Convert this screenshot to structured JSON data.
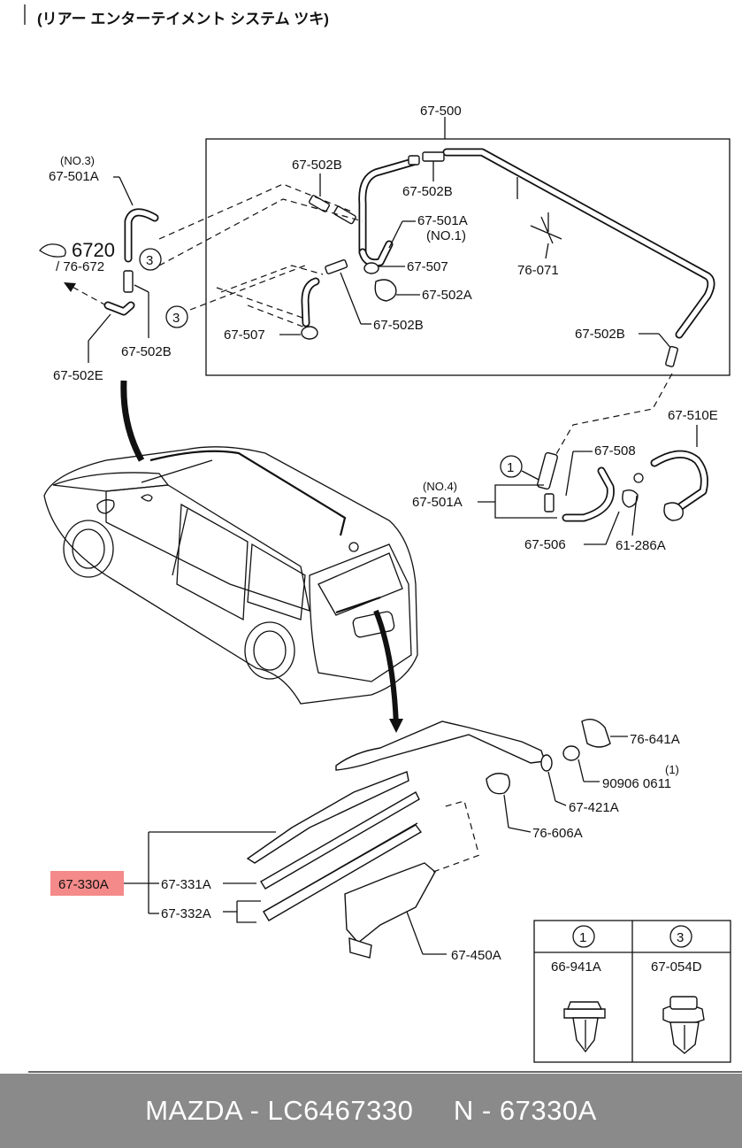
{
  "title": "(リアー エンターテイメント システム ツキ)",
  "labels": {
    "l67500": "67-500",
    "l67502B_a": "67-502B",
    "l67502B_b": "67-502B",
    "l67502B_c": "67-502B",
    "l67502B_d": "67-502B",
    "l67502B_e": "67-502B",
    "l67501A_no1": "67-501A",
    "no1": "(NO.1)",
    "l67501A_no3": "67-501A",
    "no3": "(NO.3)",
    "l6720": "6720",
    "l76672": "/ 76-672",
    "l67507_a": "67-507",
    "l67507_b": "67-507",
    "l67502A": "67-502A",
    "l76071": "76-071",
    "l67502E": "67-502E",
    "l67510E": "67-510E",
    "l67508": "67-508",
    "no4": "(NO.4)",
    "l67501A_no4": "67-501A",
    "l67506": "67-506",
    "l61286A": "61-286A",
    "l76641A": "76-641A",
    "l909060611": "90906 0611",
    "one_paren": "(1)",
    "l67421A": "67-421A",
    "l76606A": "76-606A",
    "l67330A": "67-330A",
    "l67331A": "67-331A",
    "l67332A": "67-332A",
    "l67450A": "67-450A",
    "circle1": "1",
    "circle3": "3"
  },
  "legend": {
    "col1_num": "1",
    "col1_part": "66-941A",
    "col3_num": "3",
    "col3_part": "67-054D"
  },
  "highlight_color": "#f48a8a",
  "footer": {
    "text": "MAZDA - LC6467330     N - 67330A"
  }
}
